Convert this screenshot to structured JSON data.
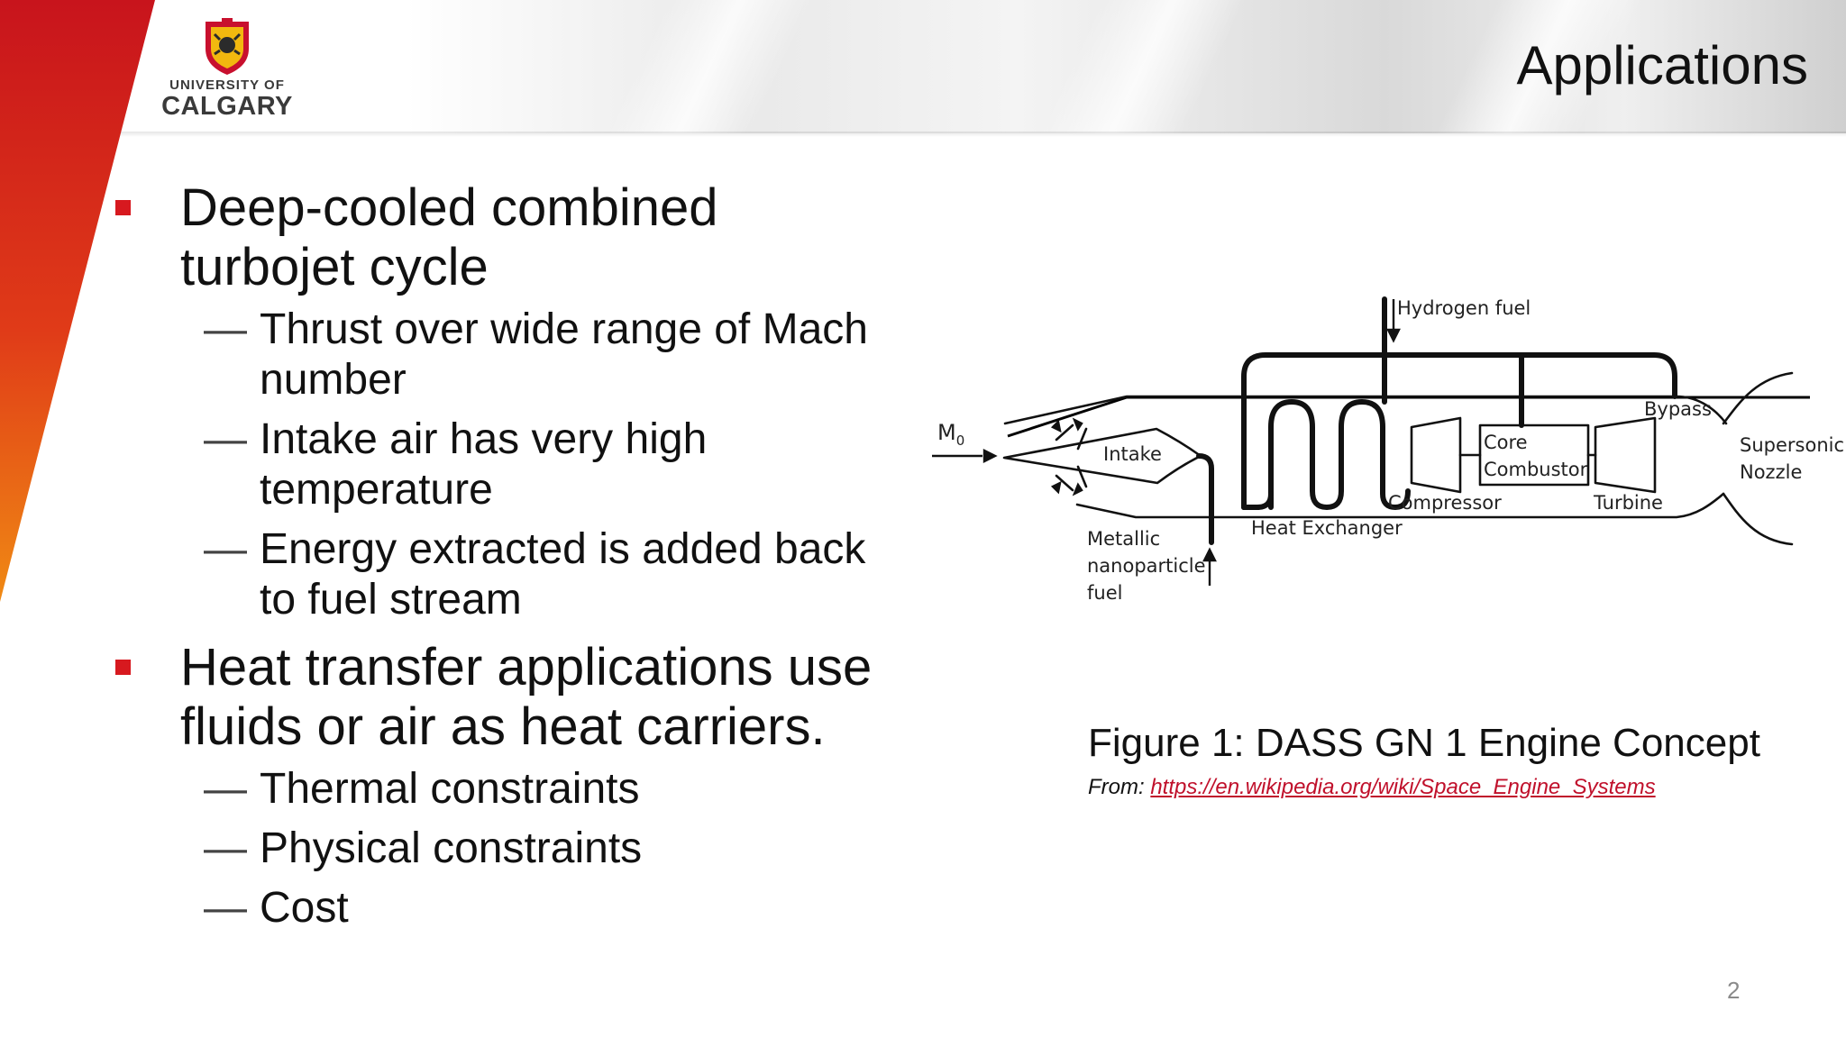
{
  "header": {
    "logo": {
      "line1": "UNIVERSITY OF",
      "line2": "CALGARY"
    },
    "title": "Applications"
  },
  "theme": {
    "accent_red": "#d7191f",
    "accent_orange": "#ef7d12",
    "link_red": "#c0102b"
  },
  "bullets": [
    {
      "text": "Deep-cooled combined turbojet cycle",
      "lines": [
        "Deep-cooled combined",
        "turbojet cycle"
      ],
      "sub": [
        {
          "lines": [
            "Thrust over wide range of Mach",
            "number"
          ]
        },
        {
          "lines": [
            "Intake air has very high",
            "temperature"
          ]
        },
        {
          "lines": [
            "Energy extracted is added back",
            "to fuel stream"
          ]
        }
      ]
    },
    {
      "text": "Heat transfer applications use fluids or air as heat carriers.",
      "lines": [
        "Heat transfer applications use",
        "fluids or air as heat carriers."
      ],
      "sub": [
        {
          "lines": [
            "Thermal constraints"
          ]
        },
        {
          "lines": [
            "Physical constraints"
          ]
        },
        {
          "lines": [
            "Cost"
          ]
        }
      ]
    }
  ],
  "figure": {
    "labels": {
      "hydrogen_fuel": "Hydrogen fuel",
      "m0_base": "M",
      "m0_sub": "0",
      "intake": "Intake",
      "bypass": "Bypass",
      "core": "Core",
      "combustor": "Combustor",
      "supersonic": "Supersonic",
      "nozzle": "Nozzle",
      "compressor": "Compressor",
      "turbine": "Turbine",
      "heat_exchanger": "Heat Exchanger",
      "metallic": "Metallic",
      "nanoparticle": "nanoparticle",
      "fuel": "fuel"
    },
    "caption": "Figure 1: DASS GN 1 Engine Concept",
    "source_prefix": "From: ",
    "source_link": "https://en.wikipedia.org/wiki/Space_Engine_Systems"
  },
  "page_number": "2"
}
